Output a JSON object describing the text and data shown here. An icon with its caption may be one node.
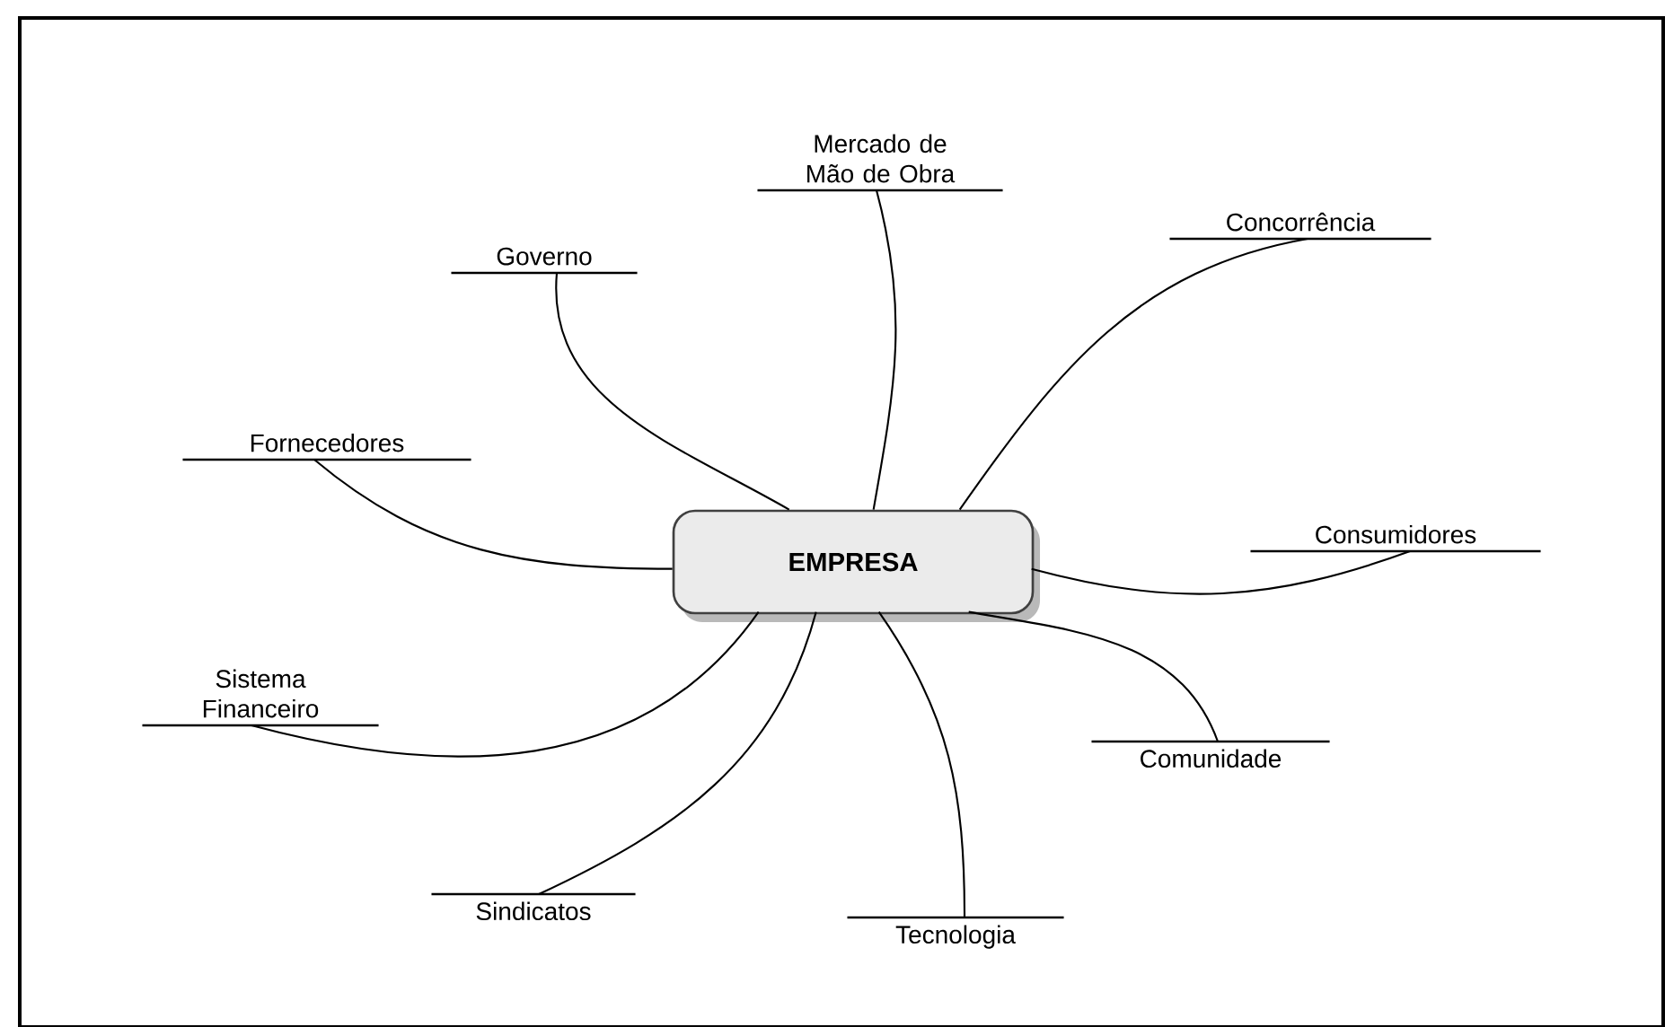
{
  "diagram": {
    "nodes": [
      {
        "text": [
          "Mercado de Mão de Obra"
        ]
      },
      {
        "text": [
          "Concorrência"
        ]
      },
      {
        "text": [
          "Governo"
        ]
      },
      {
        "text": [
          "Fornecedores"
        ]
      },
      {
        "text": [
          "Consumidores"
        ]
      },
      {
        "text": [
          "EMPRESA"
        ]
      },
      {
        "text": [
          "Sistema Financeiro"
        ]
      },
      {
        "text": [
          "Comunidade"
        ]
      },
      {
        "text": [
          "Sindicatos"
        ]
      },
      {
        "text": [
          "Tecnologia"
        ]
      }
    ],
    "edges": [
      {
        "from": 5,
        "to": 0,
        "arrow": "none"
      },
      {
        "from": 5,
        "to": 1,
        "arrow": "none"
      },
      {
        "from": 5,
        "to": 2,
        "arrow": "none"
      },
      {
        "from": 5,
        "to": 3,
        "arrow": "none"
      },
      {
        "from": 5,
        "to": 4,
        "arrow": "none"
      },
      {
        "from": 5,
        "to": 6,
        "arrow": "none"
      },
      {
        "from": 5,
        "to": 7,
        "arrow": "none"
      },
      {
        "from": 5,
        "to": 8,
        "arrow": "none"
      },
      {
        "from": 5,
        "to": 9,
        "arrow": "none"
      }
    ]
  }
}
